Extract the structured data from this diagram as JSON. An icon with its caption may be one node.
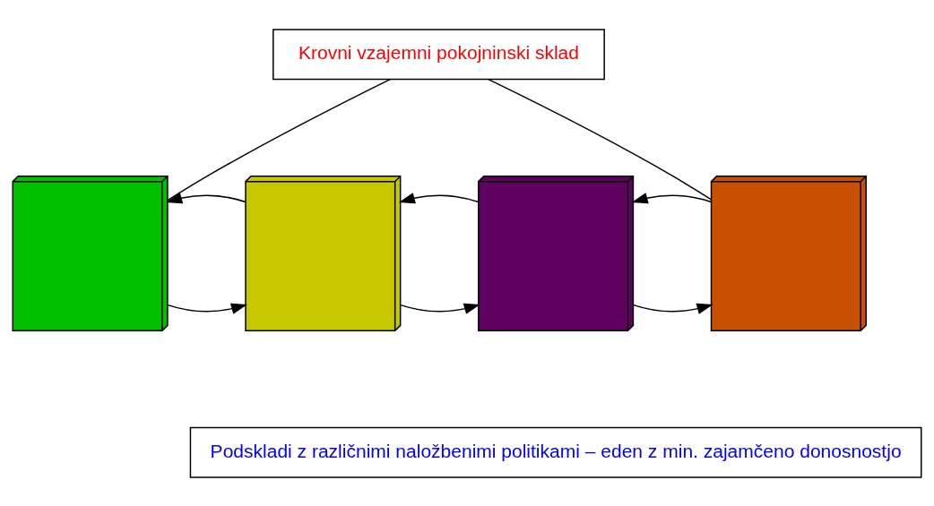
{
  "diagram": {
    "nodes": [
      {
        "text": [
          "Krovni vzajemni pokojninski sklad"
        ]
      },
      {
        "text": [],
        "shape": "box"
      },
      {
        "text": [],
        "shape": "box"
      },
      {
        "text": [],
        "shape": "box"
      },
      {
        "text": [],
        "shape": "box"
      },
      {
        "text": [
          "Podskladi z različnimi naložbenimi politikami – eden z min. zajamčeno donosnostjo"
        ]
      }
    ],
    "edges": [
      {
        "from": 0,
        "to": 1,
        "arrow": "none"
      },
      {
        "from": 0,
        "to": 4,
        "arrow": "none"
      },
      {
        "from": 1,
        "to": 2,
        "arrow": "to"
      },
      {
        "from": 2,
        "to": 1,
        "arrow": "to"
      },
      {
        "from": 2,
        "to": 3,
        "arrow": "to"
      },
      {
        "from": 3,
        "to": 2,
        "arrow": "to"
      },
      {
        "from": 3,
        "to": 4,
        "arrow": "to"
      },
      {
        "from": 4,
        "to": 3,
        "arrow": "to"
      }
    ]
  }
}
